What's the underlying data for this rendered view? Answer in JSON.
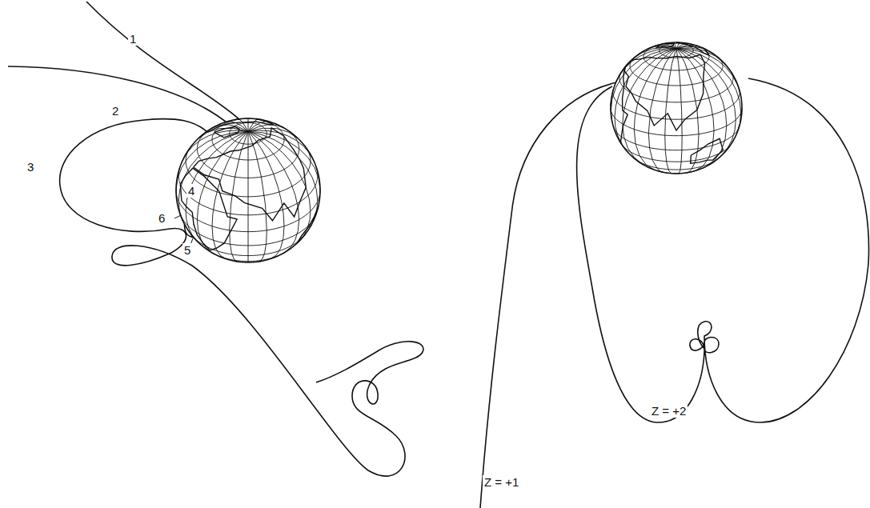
{
  "diagram": {
    "labels": [
      "1",
      "2",
      "3",
      "4",
      "6",
      "5",
      "Z = +2",
      "Z = +1"
    ]
  }
}
